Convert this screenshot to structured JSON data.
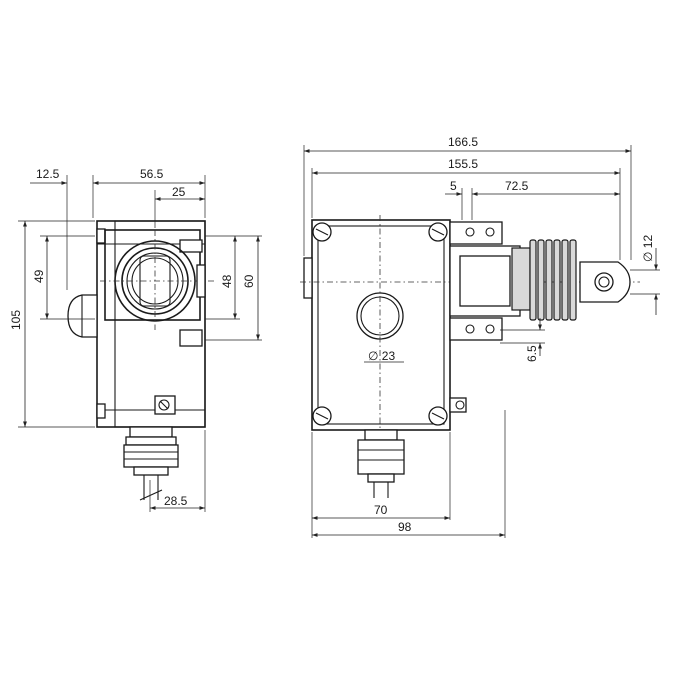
{
  "diagram": {
    "left_view": {
      "dimensions": {
        "d_12_5": "12.5",
        "d_56_5": "56.5",
        "d_25": "25",
        "d_49": "49",
        "d_48": "48",
        "d_60": "60",
        "d_105": "105",
        "d_28_5": "28.5"
      }
    },
    "right_view": {
      "dimensions": {
        "d_166_5": "166.5",
        "d_155_5": "155.5",
        "d_5": "5",
        "d_72_5": "72.5",
        "d_dia_12": "∅ 12",
        "d_6_5": "6.5",
        "d_dia_23": "∅ 23",
        "d_70": "70",
        "d_98": "98"
      }
    }
  }
}
